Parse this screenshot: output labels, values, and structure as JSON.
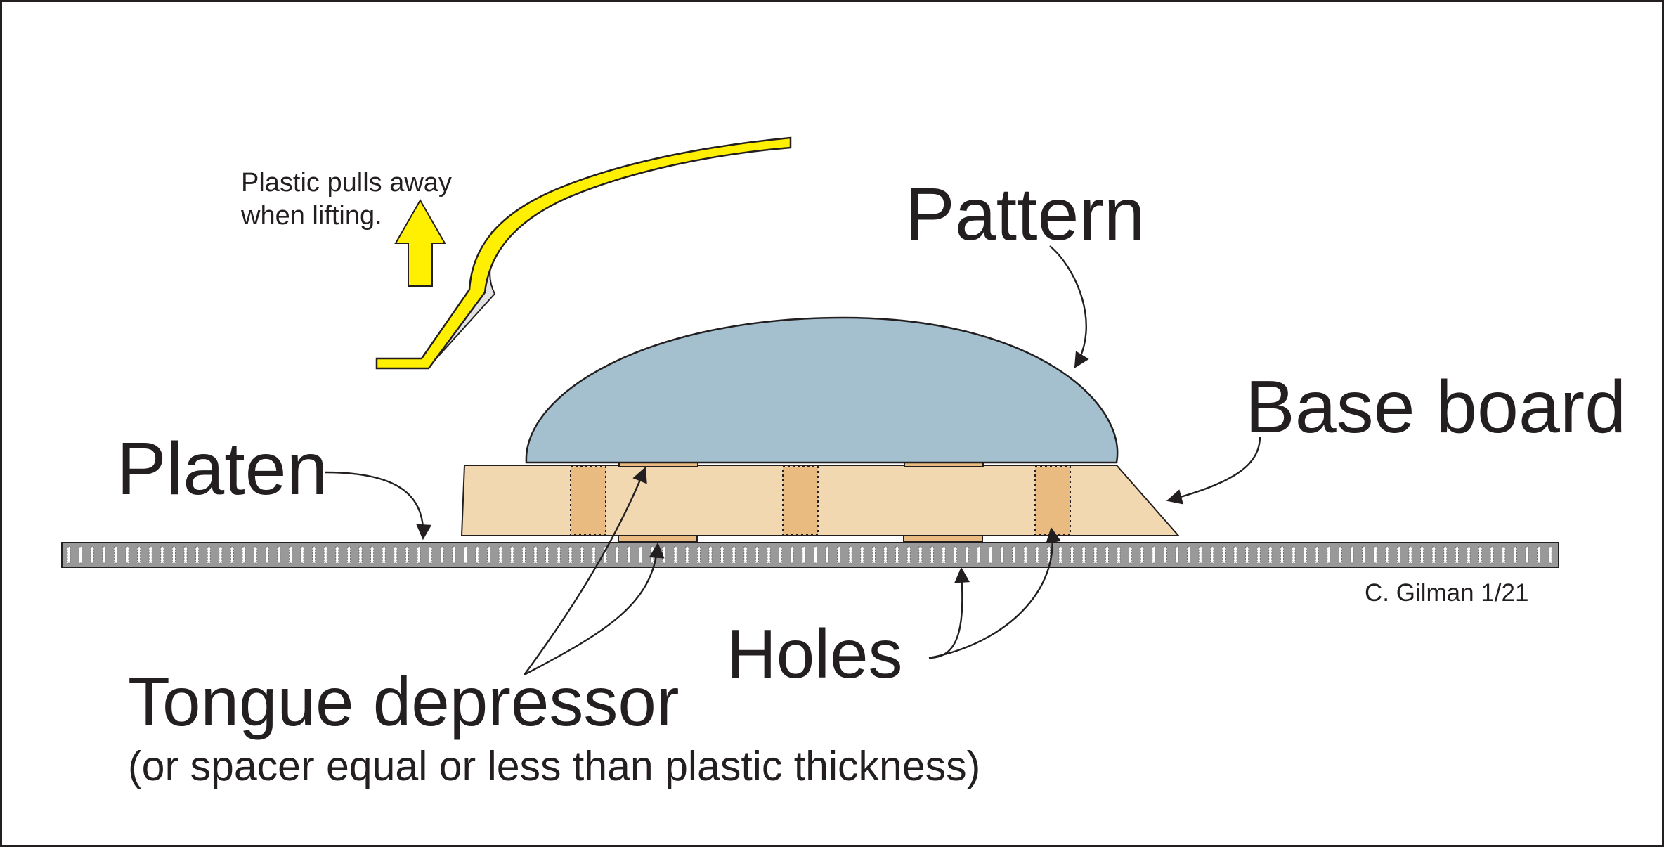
{
  "labels": {
    "pattern": "Pattern",
    "base_board": "Base board",
    "platen": "Platen",
    "holes": "Holes",
    "tongue_depressor": "Tongue depressor",
    "tongue_depressor_note": "(or spacer equal or less than plastic thickness)",
    "plastic_note_line1": "Plastic pulls away",
    "plastic_note_line2": "when lifting.",
    "credit": "C. Gilman 1/21"
  },
  "colors": {
    "pattern_fill": "#a4c0cf",
    "base_board_fill": "#f2d8b0",
    "spacer_fill": "#e9bb80",
    "platen_fill": "#999999",
    "plastic_fill": "#ffef00",
    "plastic_shadow_fill": "#e2e2e2",
    "outline": "#231f20",
    "text": "#231f20",
    "background": "#ffffff"
  },
  "icons": {
    "lift_arrow": "up-arrow-icon",
    "leader_arrowhead": "arrowhead-icon"
  }
}
